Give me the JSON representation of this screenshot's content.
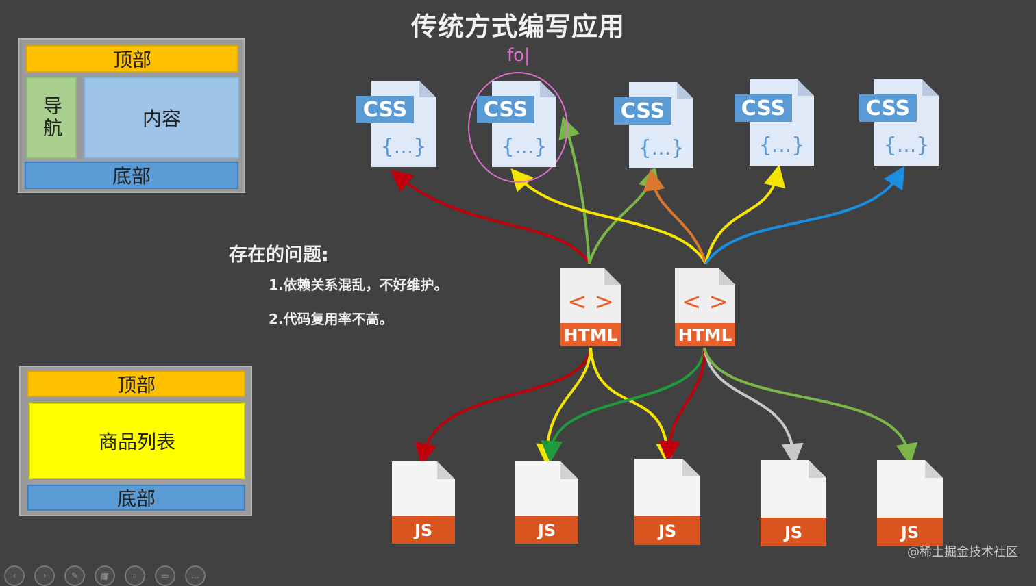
{
  "title": "传统方式编写应用",
  "layout_top": {
    "top": "顶部",
    "nav": "导航",
    "content": "内容",
    "bottom": "底部"
  },
  "layout_bottom": {
    "top": "顶部",
    "list": "商品列表",
    "bottom": "底部"
  },
  "problems": {
    "heading": "存在的问题:",
    "items": [
      "1.依赖关系混乱，不好维护。",
      "2.代码复用率不高。"
    ]
  },
  "annotation": "fo|",
  "css_files": [
    {
      "label": "CSS",
      "body": "{...}"
    },
    {
      "label": "CSS",
      "body": "{...}"
    },
    {
      "label": "CSS",
      "body": "{...}"
    },
    {
      "label": "CSS",
      "body": "{...}"
    },
    {
      "label": "CSS",
      "body": "{...}"
    }
  ],
  "html_files": [
    {
      "label": "HTML",
      "glyph": "< >"
    },
    {
      "label": "HTML",
      "glyph": "< >"
    }
  ],
  "js_files": [
    {
      "label": "JS"
    },
    {
      "label": "JS"
    },
    {
      "label": "JS"
    },
    {
      "label": "JS"
    },
    {
      "label": "JS"
    }
  ],
  "watermark": "@稀土掘金技术社区",
  "colors": {
    "background": "#414141",
    "css_badge": "#5b9bd5",
    "html_badge": "#e8612c",
    "js_badge": "#d9541e",
    "arrow_red": "#c0000b",
    "arrow_yellow": "#f5e500",
    "arrow_green": "#7ab648",
    "arrow_dark_green": "#1f9a3c",
    "arrow_orange": "#d9782e",
    "arrow_blue": "#1a8fe0",
    "arrow_gray": "#c8c8c8"
  }
}
